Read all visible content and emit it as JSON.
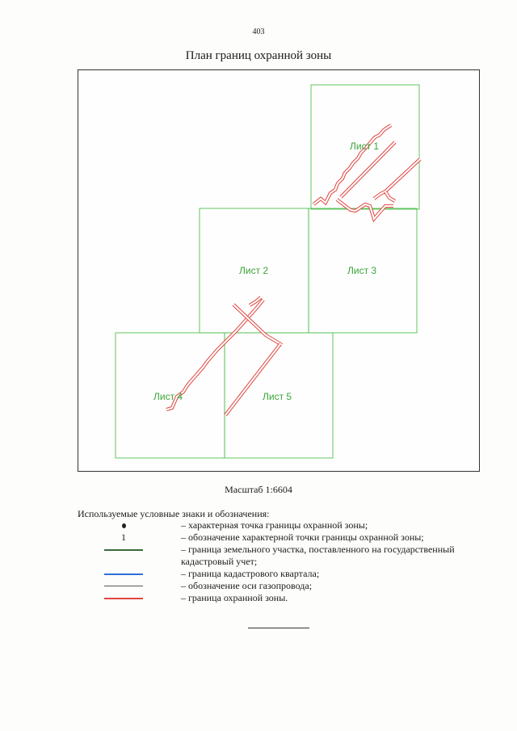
{
  "page": {
    "number": "403"
  },
  "plan": {
    "title": "План границ охранной зоны"
  },
  "map": {
    "sheets": [
      {
        "label": "Лист 1"
      },
      {
        "label": "Лист 2"
      },
      {
        "label": "Лист 3"
      },
      {
        "label": "Лист 4"
      },
      {
        "label": "Лист 5"
      }
    ],
    "colors": {
      "sheet_boundary": "#4fbf4f",
      "protection_zone": "#e0453f"
    }
  },
  "scale": {
    "text": "Масштаб 1:6604"
  },
  "legend": {
    "title": "Используемые условные знаки и обозначения:",
    "items": [
      {
        "symbol": "dot-icon",
        "number": "",
        "text": "– характерная точка границы охранной зоны;"
      },
      {
        "symbol": "number",
        "number": "1",
        "text": "– обозначение характерной точки границы охранной зоны;"
      },
      {
        "symbol": "line",
        "color": "#3a6b3a",
        "number": "",
        "text": "– граница земельного участка, поставленного на государственный кадастровый учет;"
      },
      {
        "symbol": "line",
        "color": "#2f6fd6",
        "number": "",
        "text": "– граница кадастрового квартала;"
      },
      {
        "symbol": "line",
        "color": "#555555",
        "number": "",
        "text": "– обозначение оси газопровода;"
      },
      {
        "symbol": "line",
        "color": "#e0453f",
        "number": "",
        "text": "– граница охранной зоны."
      }
    ]
  }
}
